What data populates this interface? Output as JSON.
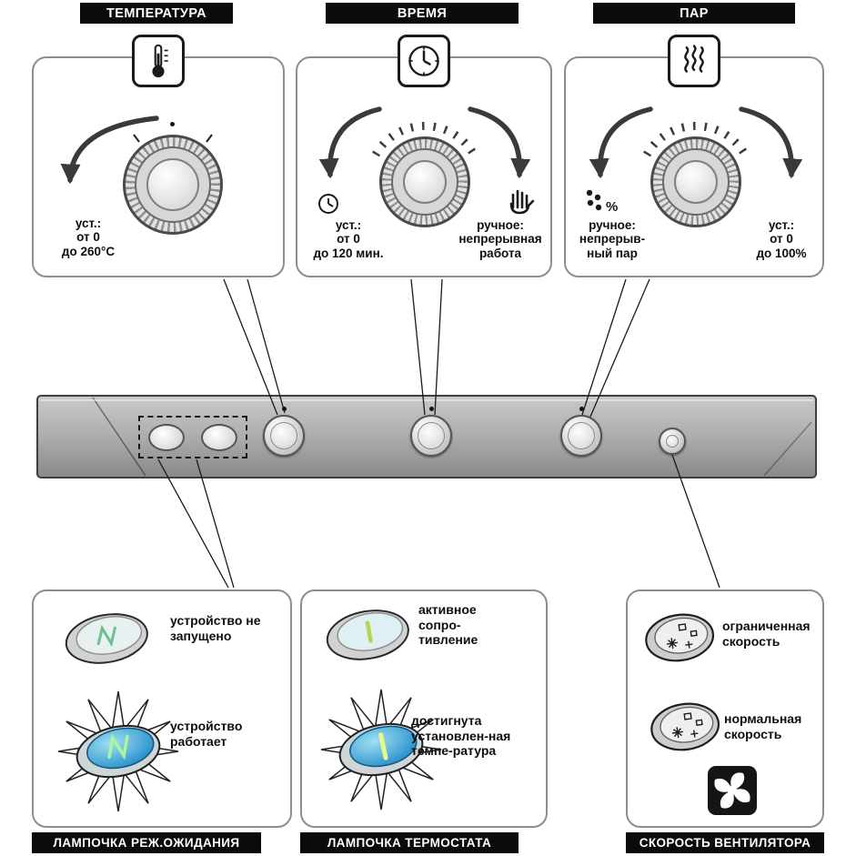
{
  "colors": {
    "label_bg": "#0b0b0b",
    "panel_border": "#8d8d8d",
    "strip_gray": "#b0b0b0",
    "lamp_blue": "#1886c6",
    "standby_glyph_green": "#58b87c",
    "thermostat_glyph_yellow": "#d6e26b"
  },
  "top": {
    "temperature": {
      "label": "ТЕМПЕРАТУРА",
      "icon": "thermometer-icon",
      "range": {
        "lines": [
          "уст.:",
          "от 0",
          "до 260°C"
        ]
      }
    },
    "time": {
      "label": "ВРЕМЯ",
      "icon": "clock-icon",
      "set": {
        "icon": "clock-icon",
        "lines": [
          "уст.:",
          "от 0",
          "до 120 мин."
        ]
      },
      "manual": {
        "icon": "hand-icon",
        "lines": [
          "ручное:",
          "непрерывная",
          "работа"
        ]
      }
    },
    "steam": {
      "label": "ПАР",
      "icon": "steam-icon",
      "manual": {
        "icon": "steam-drops-icon",
        "percent": "%",
        "lines": [
          "ручное:",
          "непрерыв-",
          "ный пар"
        ]
      },
      "set": {
        "lines": [
          "уст.:",
          "от 0",
          "до 100%"
        ]
      }
    }
  },
  "bottom": {
    "standby": {
      "label": "ЛАМПОЧКА РЕЖ.ОЖИДАНИЯ",
      "off_text": "устройство не запущено",
      "on_text": "устройство работает"
    },
    "thermostat": {
      "label": "ЛАМПОЧКА ТЕРМОСТАТА",
      "off_text": "активное сопро-тивление",
      "on_text": "достигнута установлен-ная темпе-ратура"
    },
    "fan": {
      "label": "СКОРОСТЬ ВЕНТИЛЯТОРА",
      "icon": "fan-icon",
      "limited_text": "ограниченная скорость",
      "normal_text": "нормальная скорость"
    }
  }
}
